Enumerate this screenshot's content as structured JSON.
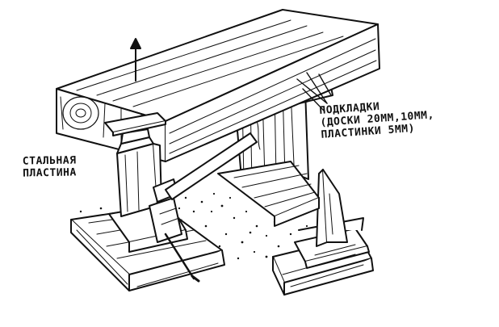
{
  "labels": {
    "steel_plate": [
      "СТАЛЬНАЯ",
      "ПЛАСТИНА"
    ],
    "shims": [
      "ПОДКЛАДКИ",
      "(ДОСКИ 20ММ,10ММ,",
      "ПЛАСТИНКИ 5ММ)"
    ]
  },
  "colors": {
    "ink": "#111111",
    "paper": "#ffffff"
  },
  "icons": {
    "lift_arrow": "arrow-up-icon"
  }
}
